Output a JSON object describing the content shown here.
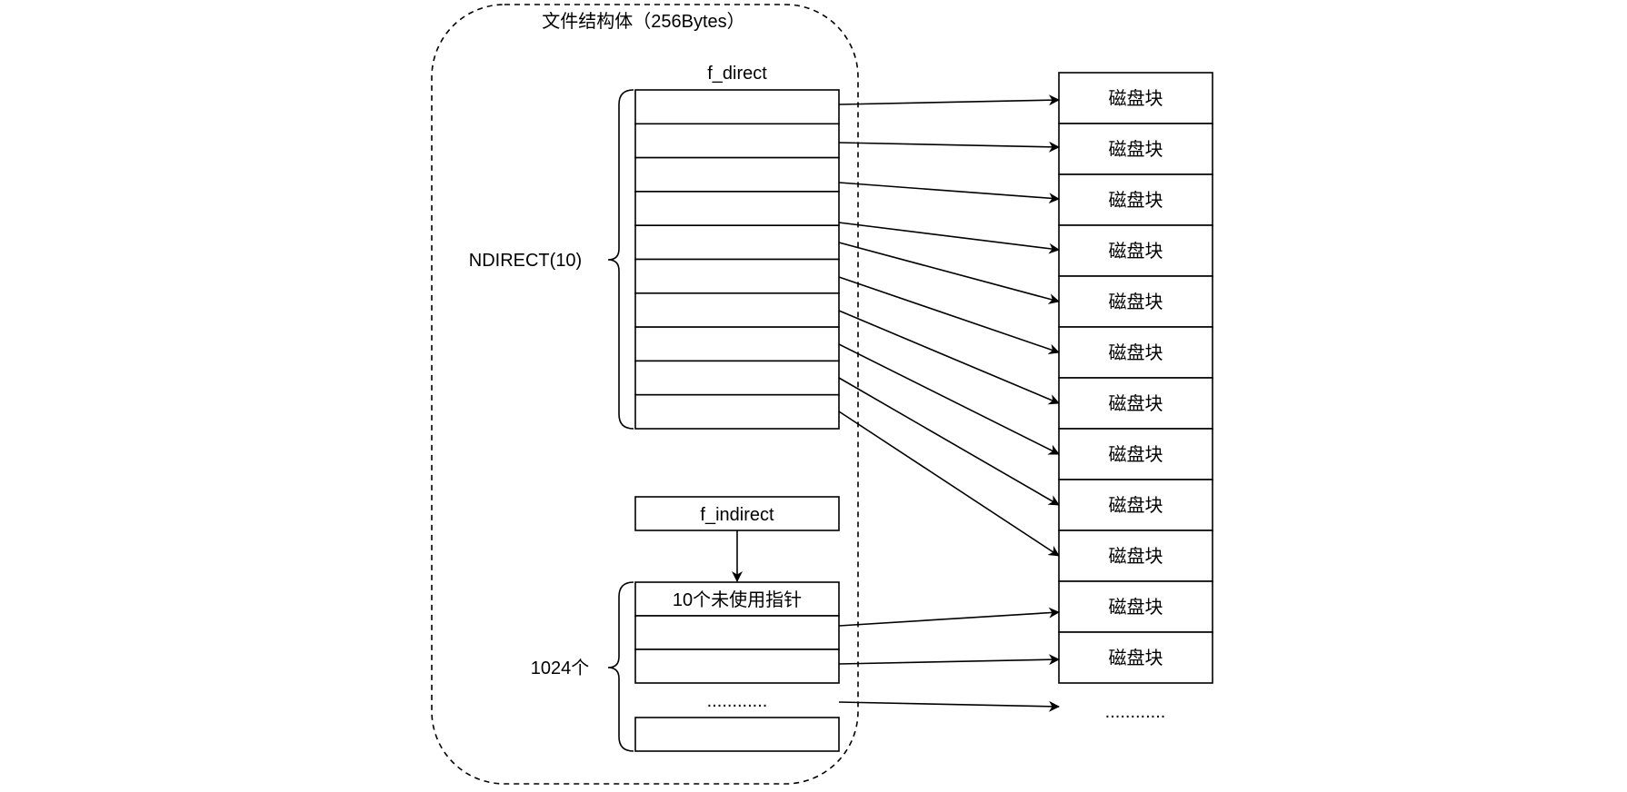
{
  "container": {
    "title": "文件结构体（256Bytes）"
  },
  "direct": {
    "label": "f_direct",
    "brace_label": "NDIRECT(10)",
    "row_count": 10
  },
  "indirect": {
    "label": "f_indirect",
    "brace_label": "1024个",
    "first_row": "10个未使用指针",
    "ellipsis": "............",
    "rows_shown": [
      "10个未使用指针",
      "",
      "",
      "............",
      ""
    ]
  },
  "disk": {
    "block_label": "磁盘块",
    "block_count": 12,
    "ellipsis": "............"
  },
  "arrows": {
    "direct_to_disk": [
      {
        "from_row": 0,
        "to_block": 0
      },
      {
        "from_row": 1,
        "to_block": 1
      },
      {
        "from_row": 2,
        "to_block": 2
      },
      {
        "from_row": 3,
        "to_block": 3
      },
      {
        "from_row": 4,
        "to_block": 4
      },
      {
        "from_row": 5,
        "to_block": 5
      },
      {
        "from_row": 6,
        "to_block": 6
      },
      {
        "from_row": 7,
        "to_block": 7
      },
      {
        "from_row": 8,
        "to_block": 8
      },
      {
        "from_row": 9,
        "to_block": 9
      }
    ],
    "indirect_to_disk": [
      {
        "from_row": 1,
        "to_block": 10
      },
      {
        "from_row": 2,
        "to_block": 11
      },
      {
        "from_row": 3,
        "to_block": "ellipsis"
      }
    ],
    "pointer": {
      "from": "f_indirect",
      "to": "indirect-table"
    }
  }
}
